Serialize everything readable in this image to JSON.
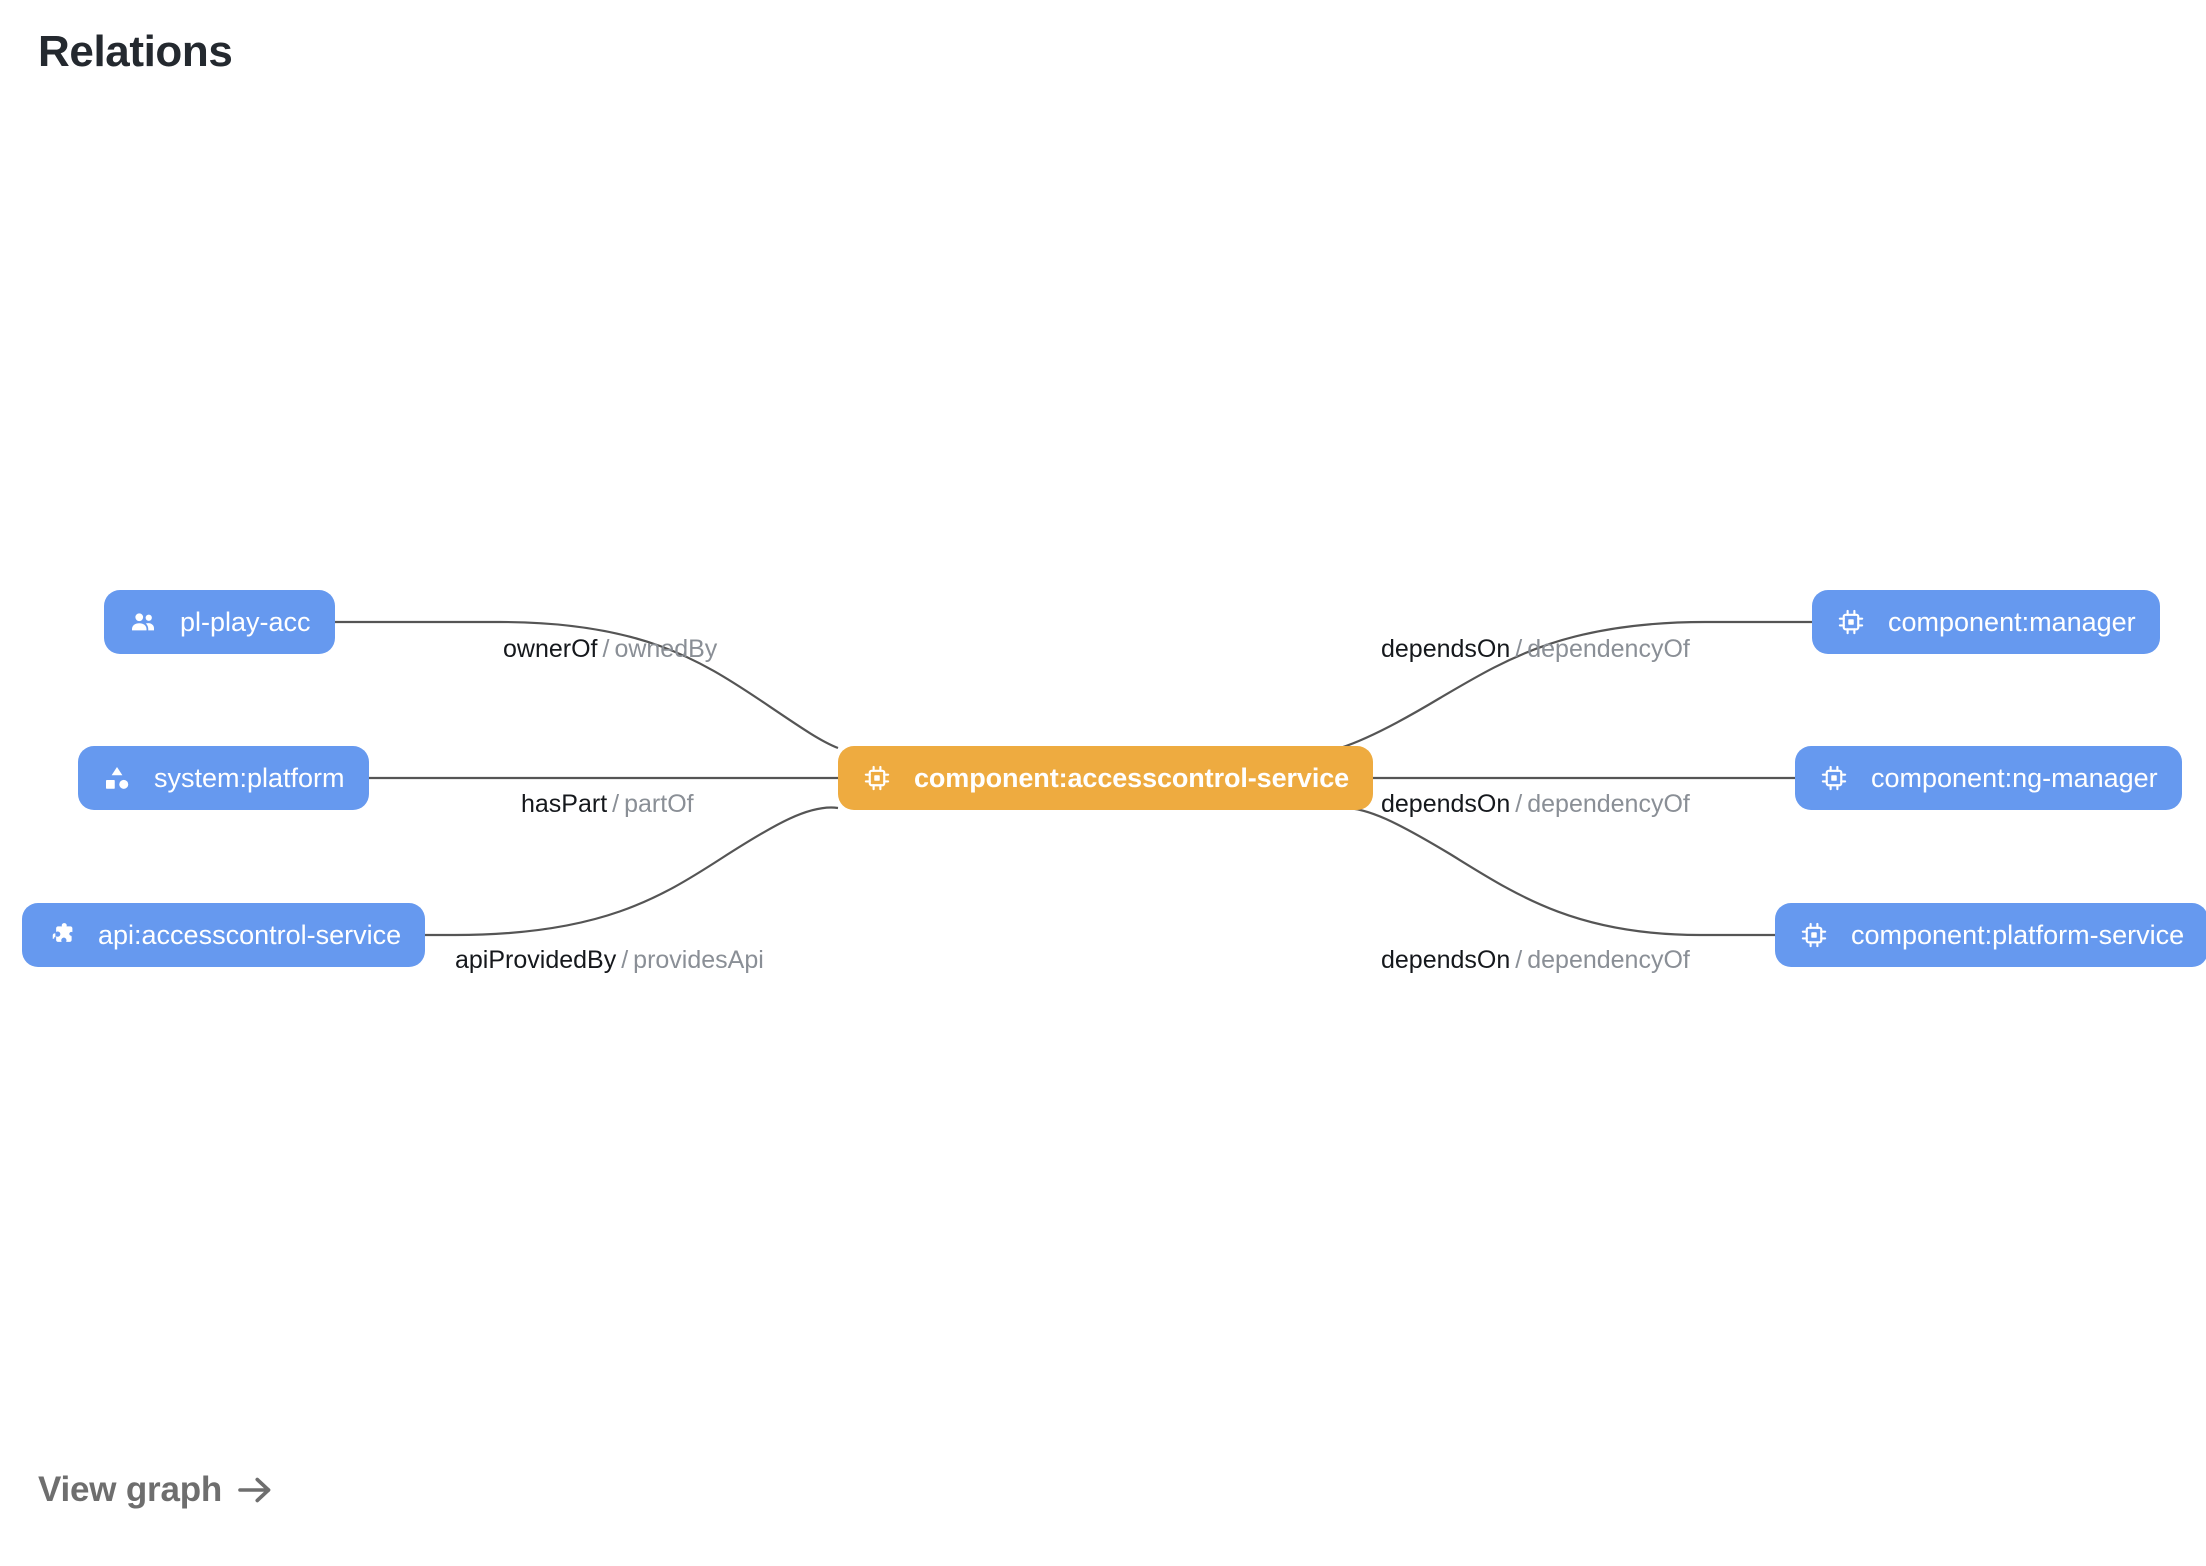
{
  "page": {
    "title": "Relations",
    "background": "#ffffff"
  },
  "colors": {
    "node_blue": "#6699ef",
    "node_orange": "#eeab40",
    "edge_stroke": "#555555",
    "label_forward": "#15181c",
    "label_reverse": "#8a8f96",
    "title_text": "#24292f",
    "link_text": "#6e6e6e"
  },
  "graph": {
    "type": "relations-graph",
    "focus_node": {
      "id": "component:accesscontrol-service",
      "label": "component:accesscontrol-service",
      "kind": "component",
      "icon": "chip-icon",
      "color": "#eeab40",
      "emphasis": "bold"
    },
    "nodes": [
      {
        "id": "pl-play-acc",
        "label": "pl-play-acc",
        "kind": "group",
        "icon": "group-icon",
        "color": "#6699ef",
        "side": "left",
        "row": 0
      },
      {
        "id": "system:platform",
        "label": "system:platform",
        "kind": "system",
        "icon": "category-icon",
        "color": "#6699ef",
        "side": "left",
        "row": 1
      },
      {
        "id": "api:accesscontrol-service",
        "label": "api:accesscontrol-service",
        "kind": "api",
        "icon": "puzzle-icon",
        "color": "#6699ef",
        "side": "left",
        "row": 2
      },
      {
        "id": "component:manager",
        "label": "component:manager",
        "kind": "component",
        "icon": "chip-icon",
        "color": "#6699ef",
        "side": "right",
        "row": 0
      },
      {
        "id": "component:ng-manager",
        "label": "component:ng-manager",
        "kind": "component",
        "icon": "chip-icon",
        "color": "#6699ef",
        "side": "right",
        "row": 1
      },
      {
        "id": "component:platform-service",
        "label": "component:platform-service",
        "kind": "component",
        "icon": "chip-icon",
        "color": "#6699ef",
        "side": "right",
        "row": 2
      }
    ],
    "edges": [
      {
        "source": "pl-play-acc",
        "target": "component:accesscontrol-service",
        "forward": "ownerOf",
        "separator": "/",
        "reverse": "ownedBy"
      },
      {
        "source": "system:platform",
        "target": "component:accesscontrol-service",
        "forward": "hasPart",
        "separator": "/",
        "reverse": "partOf"
      },
      {
        "source": "api:accesscontrol-service",
        "target": "component:accesscontrol-service",
        "forward": "apiProvidedBy",
        "separator": "/",
        "reverse": "providesApi"
      },
      {
        "source": "component:accesscontrol-service",
        "target": "component:manager",
        "forward": "dependsOn",
        "separator": "/",
        "reverse": "dependencyOf"
      },
      {
        "source": "component:accesscontrol-service",
        "target": "component:ng-manager",
        "forward": "dependsOn",
        "separator": "/",
        "reverse": "dependencyOf"
      },
      {
        "source": "component:accesscontrol-service",
        "target": "component:platform-service",
        "forward": "dependsOn",
        "separator": "/",
        "reverse": "dependencyOf"
      }
    ]
  },
  "footer": {
    "view_graph_label": "View graph",
    "arrow_icon": "arrow-right-icon"
  }
}
